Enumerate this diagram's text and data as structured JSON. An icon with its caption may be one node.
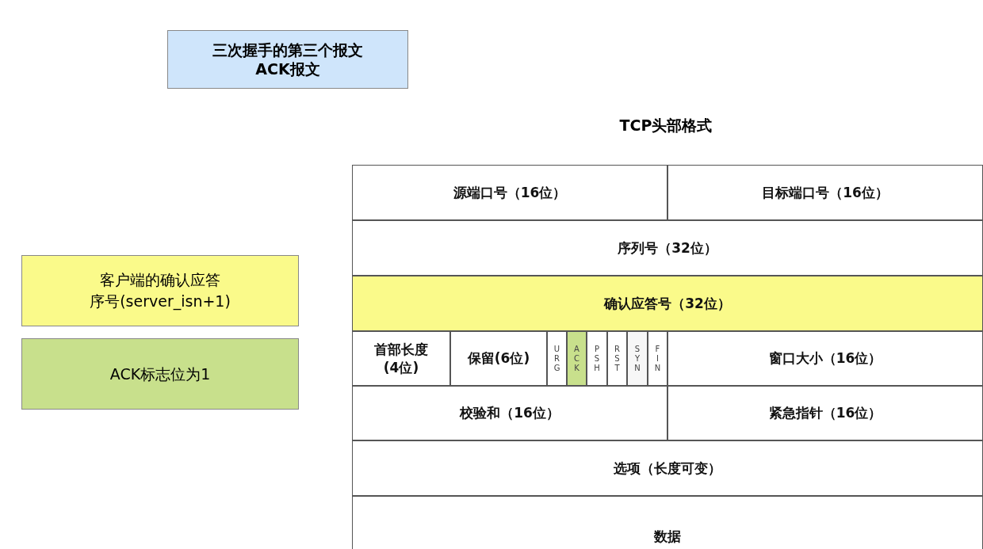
{
  "diagram": {
    "title": "TCP头部格式",
    "nodes": [
      {
        "text": [
          "三次握手的第三个报文",
          "ACK报文"
        ]
      },
      {
        "text": [
          "客户端的确认应答",
          "序号(server_isn+1)"
        ]
      },
      {
        "text": [
          "ACK标志位为1"
        ]
      },
      {
        "text": [
          "源端口号（16位）"
        ]
      },
      {
        "text": [
          "目标端口号（16位）"
        ]
      },
      {
        "text": [
          "序列号（32位）"
        ]
      },
      {
        "text": [
          "确认应答号（32位）"
        ]
      },
      {
        "text": [
          "首部长度(4位)"
        ]
      },
      {
        "text": [
          "保留(6位)"
        ]
      },
      {
        "text": [
          "URG"
        ]
      },
      {
        "text": [
          "ACK"
        ]
      },
      {
        "text": [
          "PSH"
        ]
      },
      {
        "text": [
          "RST"
        ]
      },
      {
        "text": [
          "SYN"
        ]
      },
      {
        "text": [
          "FIN"
        ]
      },
      {
        "text": [
          "窗口大小（16位）"
        ]
      },
      {
        "text": [
          "校验和（16位）"
        ]
      },
      {
        "text": [
          "紧急指针（16位）"
        ]
      },
      {
        "text": [
          "选项（长度可变）"
        ]
      },
      {
        "text": [
          "数据"
        ]
      }
    ],
    "edges": []
  }
}
